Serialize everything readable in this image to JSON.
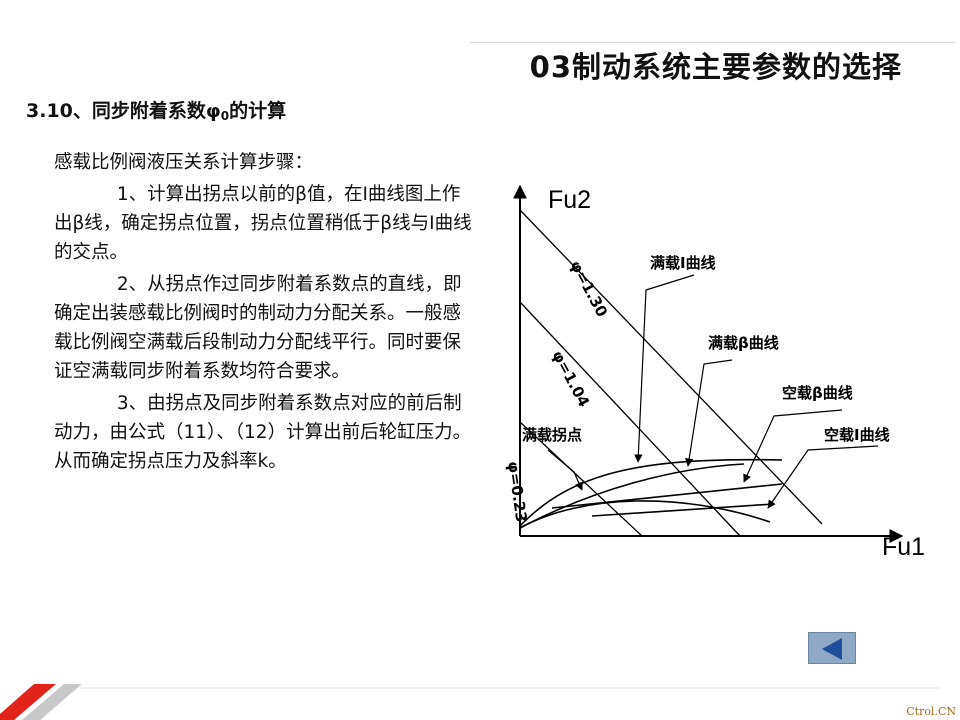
{
  "slide": {
    "title": "03制动系统主要参数的选择",
    "heading_main": "3.10、同步附着系数φ",
    "heading_sub": "0",
    "heading_tail": "的计算"
  },
  "body": {
    "intro": "感载比例阀液压关系计算步骤：",
    "step1": "1、计算出拐点以前的β值，在I曲线图上作出β线，确定拐点位置，拐点位置稍低于β线与I曲线的交点。",
    "step2": "2、从拐点作过同步附着系数点的直线，即确定出装感载比例阀时的制动力分配关系。一般感载比例阀空满载后段制动力分配线平行。同时要保证空满载同步附着系数均符合要求。",
    "step3": "3、由拐点及同步附着系数点对应的前后制动力，由公式（11）、（12）计算出前后轮缸压力。从而确定拐点压力及斜率k。"
  },
  "diagram": {
    "y_axis_label": "Fu2",
    "x_axis_label": "Fu1",
    "line_labels": [
      "φ=1.30",
      "φ=1.04",
      "φ=0.23"
    ],
    "callouts": [
      "满载I曲线",
      "满载β曲线",
      "空载β曲线",
      "空载I曲线",
      "满载拐点"
    ]
  },
  "nav": {
    "back_icon": "triangle-left-icon",
    "button_color": "#8fa8c8",
    "icon_color": "#1f4e9a"
  },
  "watermark": "Ctrol.CN",
  "colors": {
    "stripe_red": "#e2231a",
    "stripe_gray": "#c8c8c8"
  }
}
